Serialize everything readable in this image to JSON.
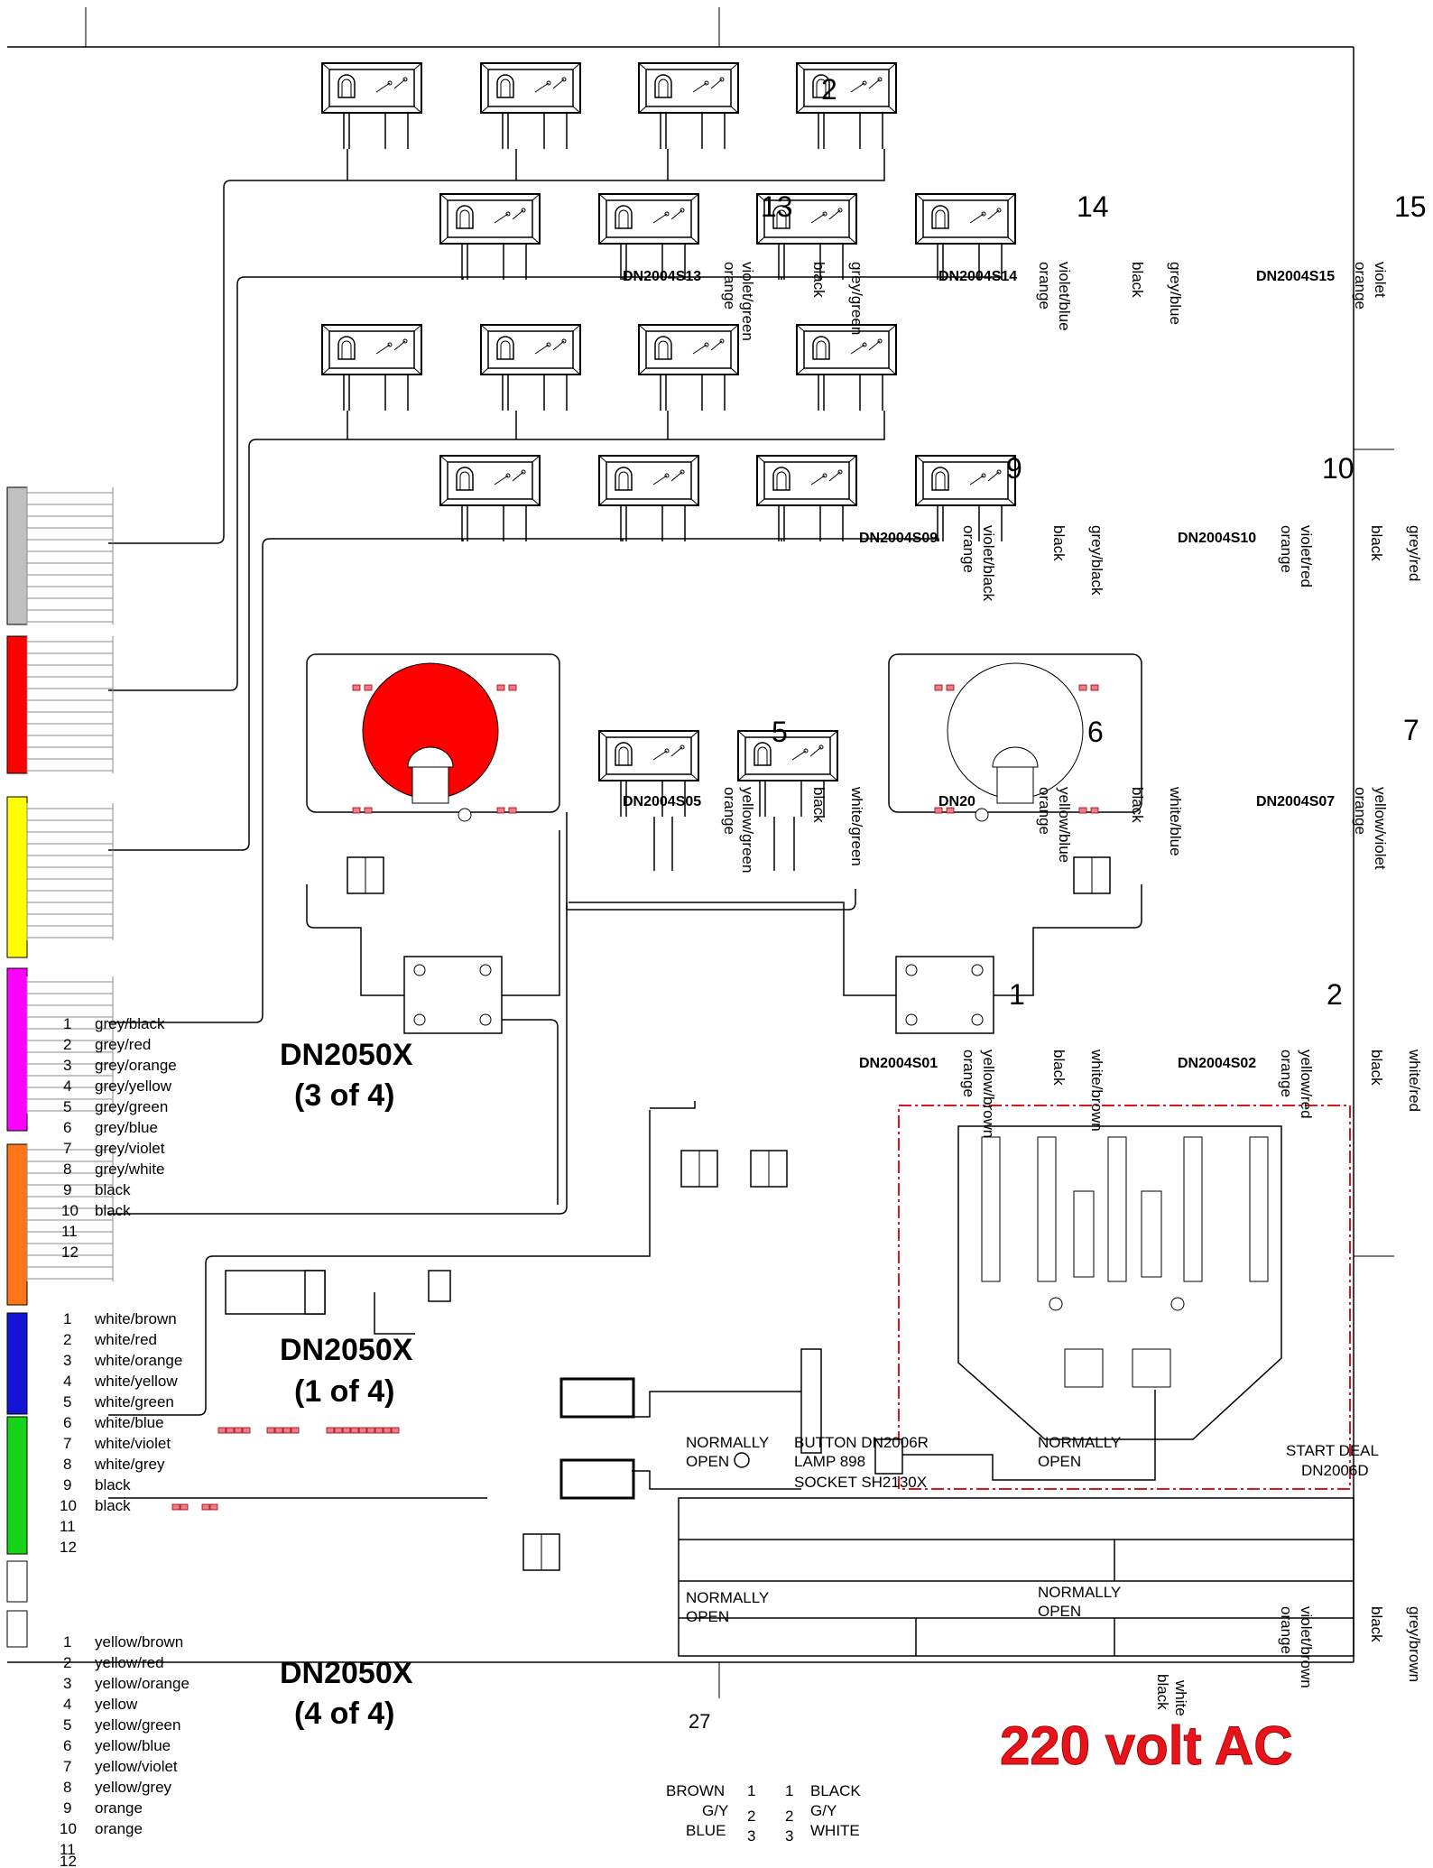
{
  "colors": {
    "connector_grey": "#c0c0c0",
    "connector_red": "#ff0000",
    "connector_yellow": "#ffff00",
    "connector_magenta": "#ff00ff",
    "connector_orange": "#ff7518",
    "connector_blue": "#1414d6",
    "connector_green": "#18d418",
    "lamp_red": "#ff0000",
    "dashed_box": "#e0141c",
    "voltage_text": "#e8141c"
  },
  "page_numbers": {
    "top_bulb": "2",
    "n13": "13",
    "n14": "14",
    "n15": "15",
    "n9": "9",
    "n10": "10",
    "n7": "7",
    "n5": "5",
    "n6": "6",
    "n1": "1",
    "n2": "2",
    "page": "27"
  },
  "switch_codes": {
    "s13": "DN2004S13",
    "s14": "DN2004S14",
    "s15": "DN2004S15",
    "s09": "DN2004S09",
    "s10": "DN2004S10",
    "s05": "DN2004S05",
    "s06": "DN20",
    "s07": "DN2004S07",
    "s01": "DN2004S01",
    "s02": "DN2004S02"
  },
  "wire_labels_vertical": {
    "g13": [
      "orange",
      "violet/green",
      "black",
      "grey/green"
    ],
    "g14": [
      "orange",
      "violet/blue",
      "black",
      "grey/blue"
    ],
    "g15": [
      "orange",
      "violet"
    ],
    "g09": [
      "orange",
      "violet/black",
      "black",
      "grey/black"
    ],
    "g10": [
      "orange",
      "violet/red",
      "black",
      "grey/red"
    ],
    "g05": [
      "orange",
      "yellow/green",
      "black",
      "white/green"
    ],
    "g06": [
      "orange",
      "yellow/blue",
      "black",
      "white/blue"
    ],
    "g07": [
      "orange",
      "yellow/violet"
    ],
    "g01": [
      "orange",
      "yellow/brown",
      "black",
      "white/brown"
    ],
    "g02": [
      "orange",
      "yellow/red",
      "black",
      "white/red"
    ],
    "gbot": [
      "orange",
      "violet/brown",
      "black",
      "grey/brown",
      "black",
      "white"
    ]
  },
  "connectors": {
    "dn2050x_3": {
      "label": "DN2050X",
      "sub": "(3 of 4)"
    },
    "dn2050x_1": {
      "label": "DN2050X",
      "sub": "(1 of 4)"
    },
    "dn2050x_4": {
      "label": "DN2050X",
      "sub": "(4 of 4)"
    }
  },
  "pin_list_magenta": {
    "numbers": [
      "1",
      "2",
      "3",
      "4",
      "5",
      "6",
      "7",
      "8",
      "9",
      "10",
      "11",
      "12"
    ],
    "wires": [
      "grey/black",
      "grey/red",
      "grey/orange",
      "grey/yellow",
      "grey/green",
      "grey/blue",
      "grey/violet",
      "grey/white",
      "black",
      "black"
    ]
  },
  "pin_list_green": {
    "numbers": [
      "1",
      "2",
      "3",
      "4",
      "5",
      "6",
      "7",
      "8",
      "9",
      "10",
      "11",
      "12"
    ],
    "wires": [
      "white/brown",
      "white/red",
      "white/orange",
      "white/yellow",
      "white/green",
      "white/blue",
      "white/violet",
      "white/grey",
      "black",
      "black"
    ]
  },
  "pin_list_bottom": {
    "numbers": [
      "1",
      "2",
      "3",
      "4",
      "5",
      "6",
      "7",
      "8",
      "9",
      "10",
      "11",
      "12"
    ],
    "wires": [
      "yellow/brown",
      "yellow/red",
      "yellow/orange",
      "yellow",
      "yellow/green",
      "yellow/blue",
      "yellow/violet",
      "yellow/grey",
      "orange",
      "orange"
    ]
  },
  "switch_text": {
    "normally_open_1": "NORMALLY",
    "open_1": "OPEN",
    "normally_open_2": "NORMALLY",
    "open_2": "OPEN",
    "normally_open_3": "NORMALLY",
    "open_3": "OPEN",
    "normally_open_4": "NORMALLY",
    "open_4": "OPEN",
    "button": "BUTTON  DN2006R",
    "lamp": "LAMP  898",
    "socket": "SOCKET  SH2130X",
    "start_deal": "START DEAL",
    "start_code": "DN2006D"
  },
  "power_legend": {
    "brown": "BROWN",
    "gy_left": "G/Y",
    "blue": "BLUE",
    "black": "BLACK",
    "gy_right": "G/Y",
    "white": "WHITE",
    "pins_left": [
      "1",
      "2",
      "3"
    ],
    "pins_right": [
      "1",
      "2",
      "3"
    ]
  },
  "voltage": "220 volt AC"
}
